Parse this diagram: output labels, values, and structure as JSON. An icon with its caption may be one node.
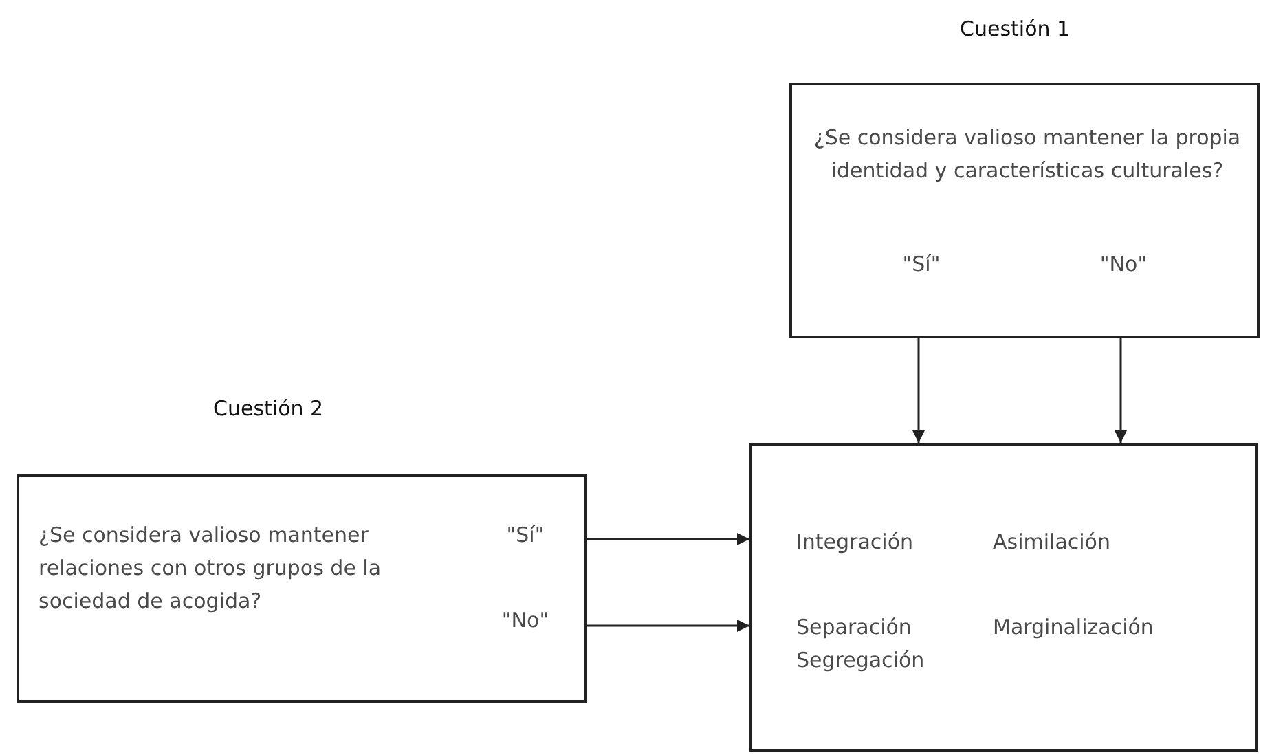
{
  "diagram": {
    "nodes": [
      {
        "text": [
          "Cuestión 1",
          "¿Se considera valioso mantener la propia identidad y características culturales?",
          "\"Sí\"",
          "\"No\""
        ]
      },
      {
        "text": [
          "Cuestión 2",
          "¿Se considera valioso mantener relaciones con otros grupos de la sociedad de acogida?",
          "\"Sí\"",
          "\"No\""
        ]
      },
      {
        "text": [
          "Integración",
          "Asimilación",
          "Separación Segregación",
          "Marginalización"
        ]
      }
    ],
    "edges": [
      {
        "from": 0,
        "to": 2,
        "arrow": "to"
      },
      {
        "from": 0,
        "to": 2,
        "arrow": "to"
      },
      {
        "from": 1,
        "to": 2,
        "arrow": "to"
      },
      {
        "from": 1,
        "to": 2,
        "arrow": "to"
      }
    ]
  }
}
